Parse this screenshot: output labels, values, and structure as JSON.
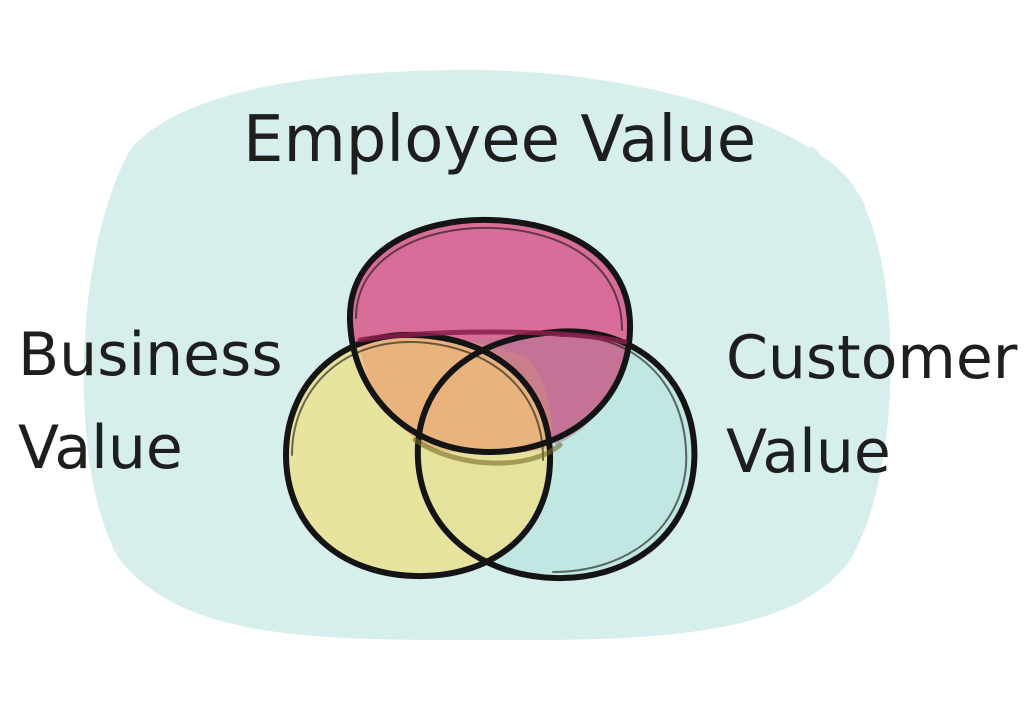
{
  "diagram": {
    "type": "venn",
    "labels": {
      "employee": "Employee Value",
      "business_line1": "Business",
      "business_line2": "Value",
      "customer_line1": "Customer",
      "customer_line2": "Value"
    },
    "sets": [
      {
        "name": "Employee Value",
        "color": "#d9568b"
      },
      {
        "name": "Business Value",
        "color": "#ece18a"
      },
      {
        "name": "Customer Value",
        "color": "#bfe6e2"
      }
    ],
    "colors": {
      "background_blob": "#d6efec",
      "outline": "#141414",
      "text": "#1e1e1e"
    }
  }
}
